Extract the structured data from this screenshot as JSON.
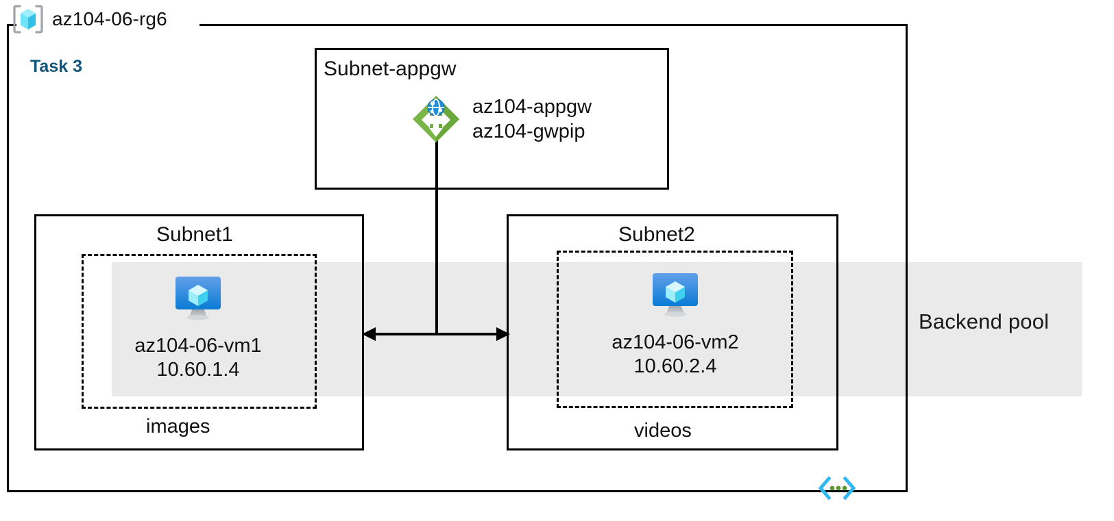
{
  "diagram": {
    "title": "az104-06-rg6",
    "task_label": "Task 3",
    "resource_group_icon": "resource-group-cube-icon",
    "accent_color": "#11557d",
    "band_color": "#eaeaea",
    "appgw_icon_color": "#7ab547",
    "vm_icon_color": "#0a7bd4"
  },
  "backend_pool": {
    "label": "Backend pool"
  },
  "appgw_subnet": {
    "title": "Subnet-appgw",
    "node_icon": "application-gateway-icon",
    "resources": [
      "az104-appgw",
      "az104-gwpip"
    ],
    "line1": "az104-appgw",
    "line2": "az104-gwpip"
  },
  "subnets": [
    {
      "title": "Subnet1",
      "footer": "images",
      "vm_icon": "virtual-machine-icon",
      "vm_name": "az104-06-vm1",
      "vm_ip": "10.60.1.4"
    },
    {
      "title": "Subnet2",
      "footer": "videos",
      "vm_icon": "virtual-machine-icon",
      "vm_name": "az104-06-vm2",
      "vm_ip": "10.60.2.4"
    }
  ],
  "connector": {
    "type": "bidirectional-arrow",
    "from": "Subnet1",
    "to": "Subnet2"
  },
  "footer_glyph": {
    "icon": "code-brackets-icon",
    "bracket_color": "#32b8f0",
    "dot_color": "#5d9732"
  }
}
